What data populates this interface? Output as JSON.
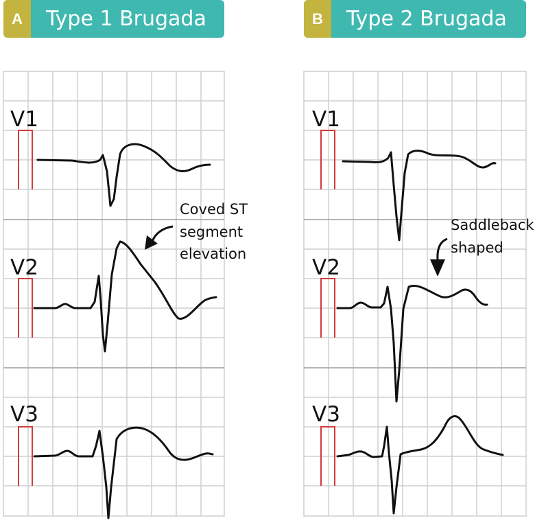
{
  "colors": {
    "header_teal": "#3fb8b0",
    "header_tab": "#c2b43e",
    "grid": "#cfcfcf",
    "calibration": "#d33b3b",
    "trace": "#111111"
  },
  "panels": [
    {
      "letter": "A",
      "title": "Type 1 Brugada",
      "leads": [
        "V1",
        "V2",
        "V3"
      ],
      "annotation": [
        "Coved ST",
        "segment",
        "elevation"
      ]
    },
    {
      "letter": "B",
      "title": "Type 2 Brugada",
      "leads": [
        "V1",
        "V2",
        "V3"
      ],
      "annotation": [
        "Saddleback",
        "shaped"
      ]
    }
  ]
}
